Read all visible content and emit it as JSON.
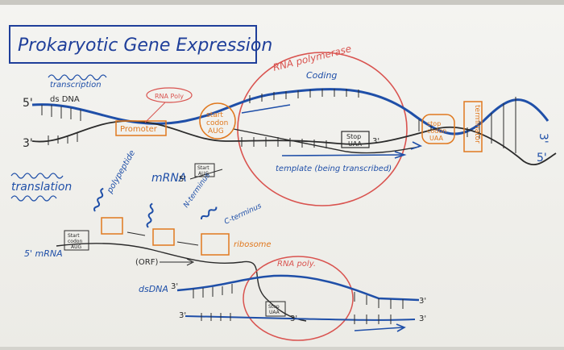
{
  "title": "Prokaryotic Gene Expression",
  "labels": {
    "transcription": "transcription",
    "dsdna_top": "ds DNA",
    "five_prime_top": "5'",
    "three_prime_top": "3'",
    "promoter": "Promoter",
    "rna_poly_small": "RNA Poly",
    "start_codon": "start codon AUG",
    "rna_polymerase": "RNA polymerase",
    "coding": "Coding",
    "template": "template (being transcribed)",
    "stop_uaa": "Stop UAA",
    "three_prime_mid": "3'",
    "stop_codon_right": "stop codon UAA",
    "terminator": "terminator",
    "five_prime_right": "5'",
    "three_prime_right": "3'",
    "translation": "translation",
    "mrna_label": "mRNA",
    "five_prime_mrna": "5'",
    "start_aug_box": "Start AUG",
    "polypeptide": "polypeptide",
    "n_terminus": "N-terminus",
    "c_terminus": "C-terminus",
    "ribosome": "ribosome",
    "five_prime_mrna_lower": "5' mRNA",
    "start_codon_aug_lower": "Start codon AUG",
    "orf": "(ORF)",
    "rna_poly_lower": "RNA poly.",
    "dsdna_lower": "dsDNA",
    "three_prime_lower_a": "3'",
    "three_prime_lower_b": "3'",
    "stop_uaa_lower": "Stop UAA",
    "three_prime_lower_c": "3'",
    "three_prime_lower_d": "3'",
    "three_prime_lower_e": "3'"
  },
  "colors": {
    "blue": "#1f4fa8",
    "dark": "#2b2b2b",
    "orange": "#e0781e",
    "red": "#d9534f",
    "title_blue": "#1f3f9a"
  }
}
